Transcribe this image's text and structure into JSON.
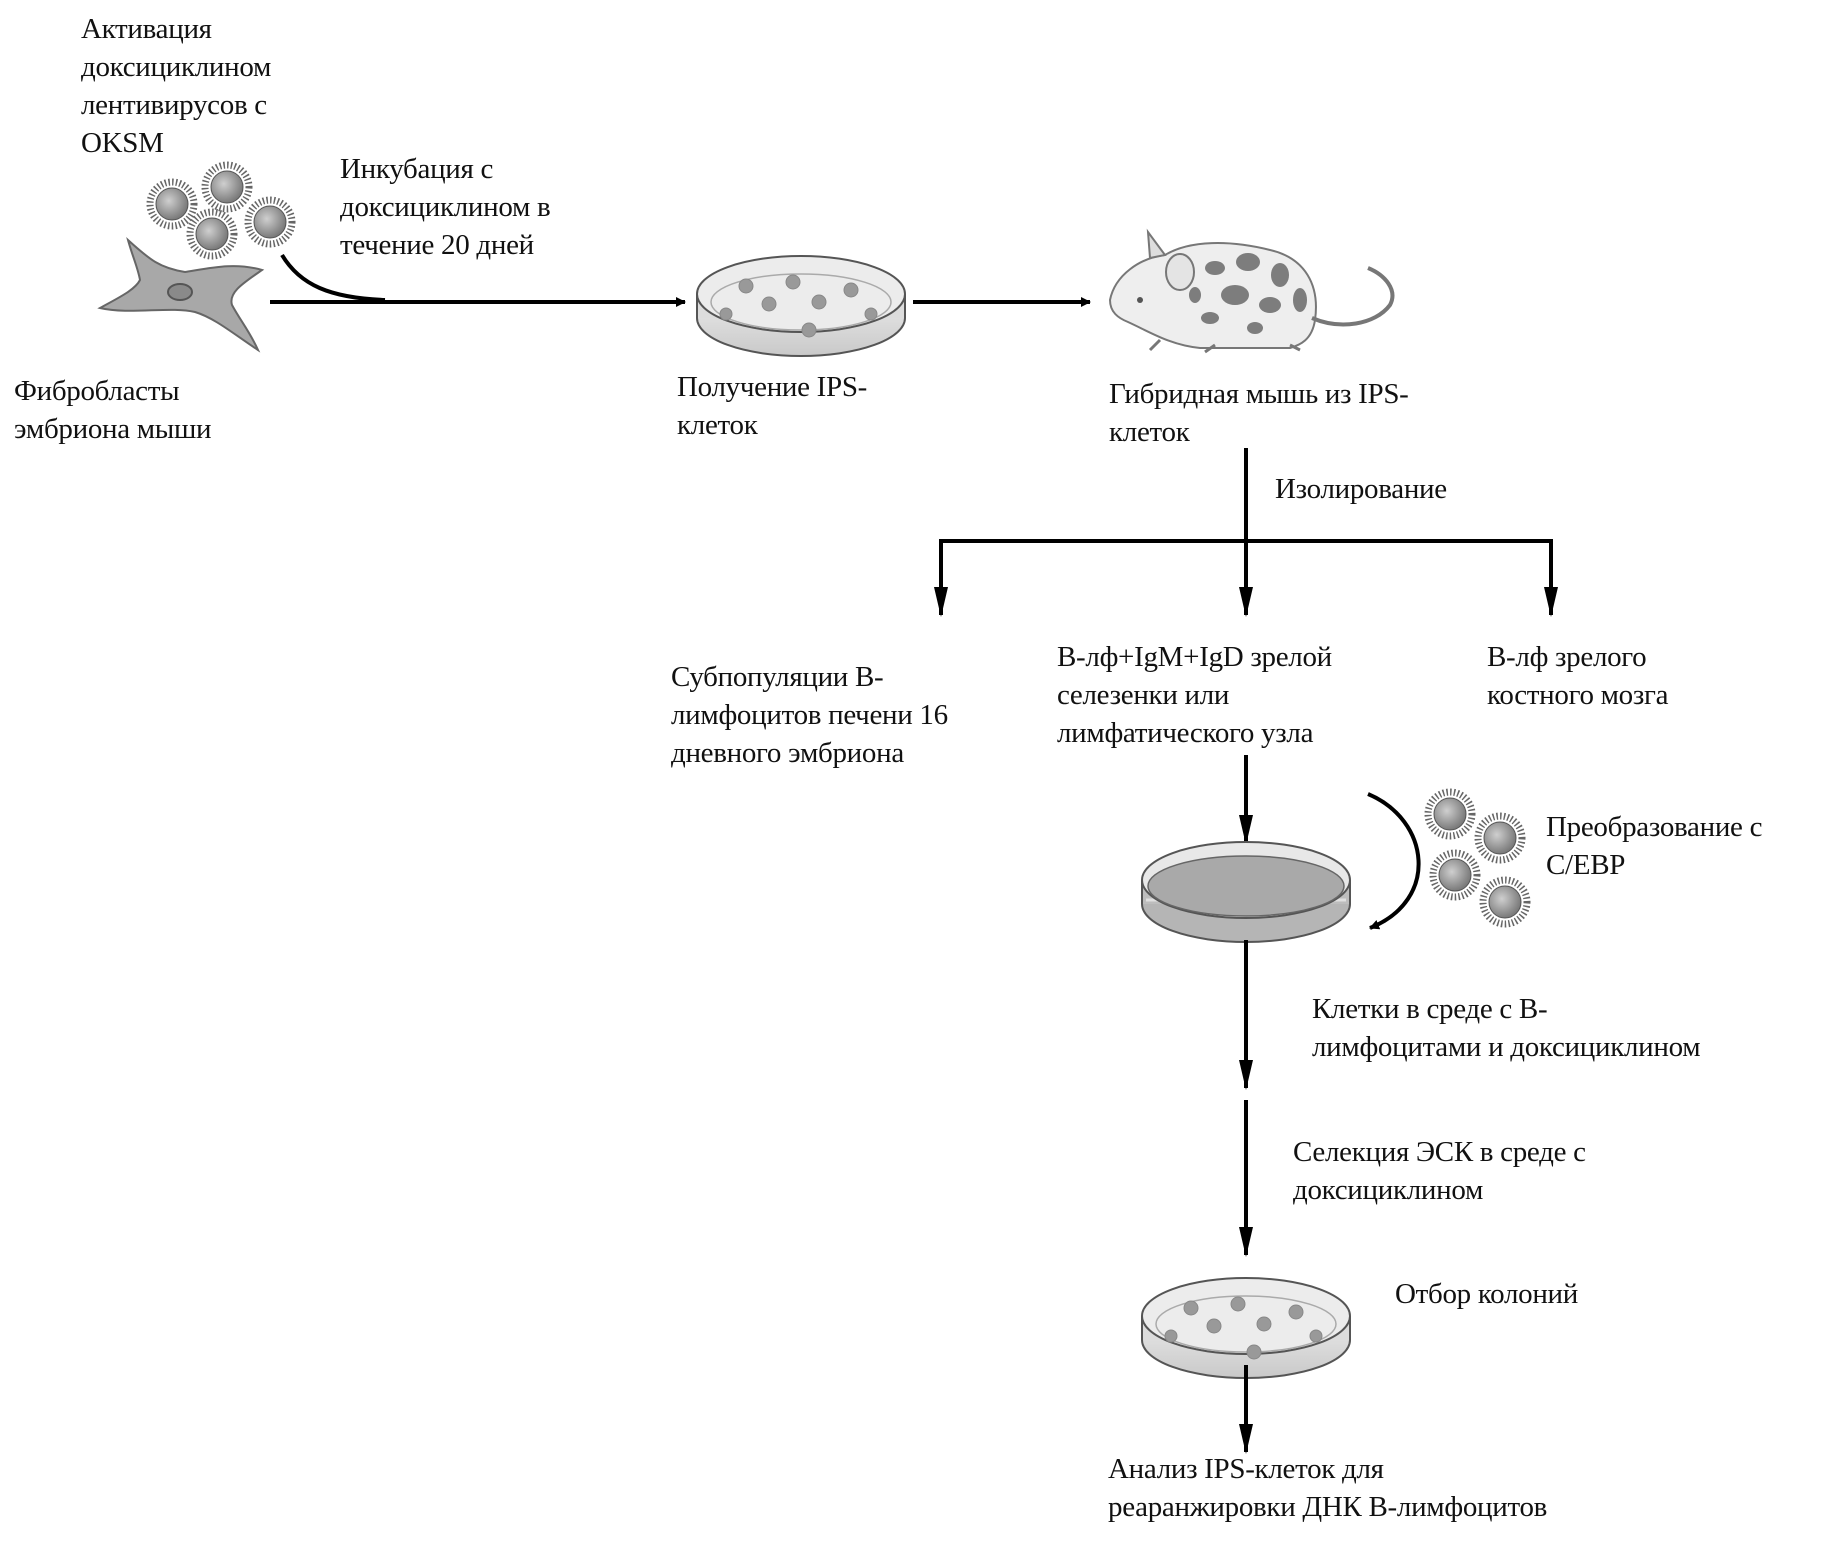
{
  "diagram": {
    "title": "",
    "nodes": {
      "activation": "Активация\nдоксициклином\nлентивирусов с\nOKSM",
      "incubation": "Инкубация с\nдоксициклином в\nтечение 20 дней",
      "fibroblasts": "Фибробласты\nэмбриона мыши",
      "ips_obtain": "Получение IPS-\nклеток",
      "hybrid_mouse": "Гибридная мышь из IPS-\nклеток",
      "isolation": "Изолирование",
      "branch_left": "Субпопуляции В-\nлимфоцитов печени 16\nдневного эмбриона",
      "branch_middle": "В-лф+IgM+IgD зрелой\nселезенки или\nлимфатического узла",
      "branch_right": "В-лф зрелого\nкостного мозга",
      "transformation": "Преобразование с\nC/EBP",
      "culture": "Клетки в среде с В-\nлимфоцитами и доксициклином",
      "selection": "Селекция ЭСК в среде с\nдоксициклином",
      "colony_pick": "Отбор колоний",
      "analysis": "Анализ IPS-клеток для\nреаранжировки ДНК В-лимфоцитов"
    },
    "icons": [
      "virus-icon",
      "fibroblast-icon",
      "petri-dish-icon",
      "mouse-icon"
    ],
    "colors": {
      "line": "#000000",
      "fill_gray": "#9a9a9a",
      "text": "#111111"
    }
  }
}
